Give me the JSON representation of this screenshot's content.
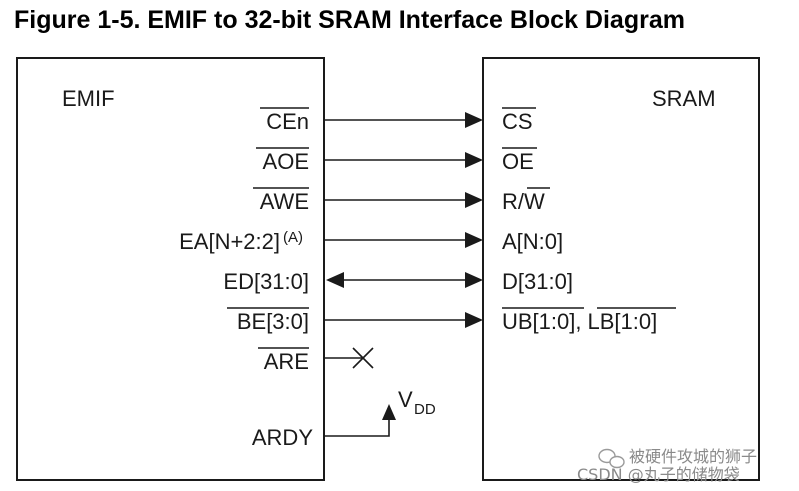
{
  "figure": {
    "title": "Figure 1-5. EMIF to 32-bit SRAM Interface Block Diagram"
  },
  "emif": {
    "name": "EMIF",
    "signals": {
      "cen": "CEn",
      "aoe": "AOE",
      "awe": "AWE",
      "ea": "EA[N+2:2]",
      "ea_note": "(A)",
      "ed": "ED[31:0]",
      "be": "BE[3:0]",
      "are": "ARE",
      "ardy": "ARDY"
    }
  },
  "sram": {
    "name": "SRAM",
    "signals": {
      "cs": "CS",
      "oe": "OE",
      "rw_r": "R/",
      "rw_w": "W",
      "addr": "A[N:0]",
      "data": "D[31:0]",
      "ub": "UB[1:0]",
      "comma": ",",
      "lb": "LB[1:0]"
    }
  },
  "vdd": {
    "v": "V",
    "sub": "DD"
  },
  "watermark": {
    "line1": "被硬件攻城的狮子",
    "line2": "CSDN @丸子的储物袋"
  }
}
